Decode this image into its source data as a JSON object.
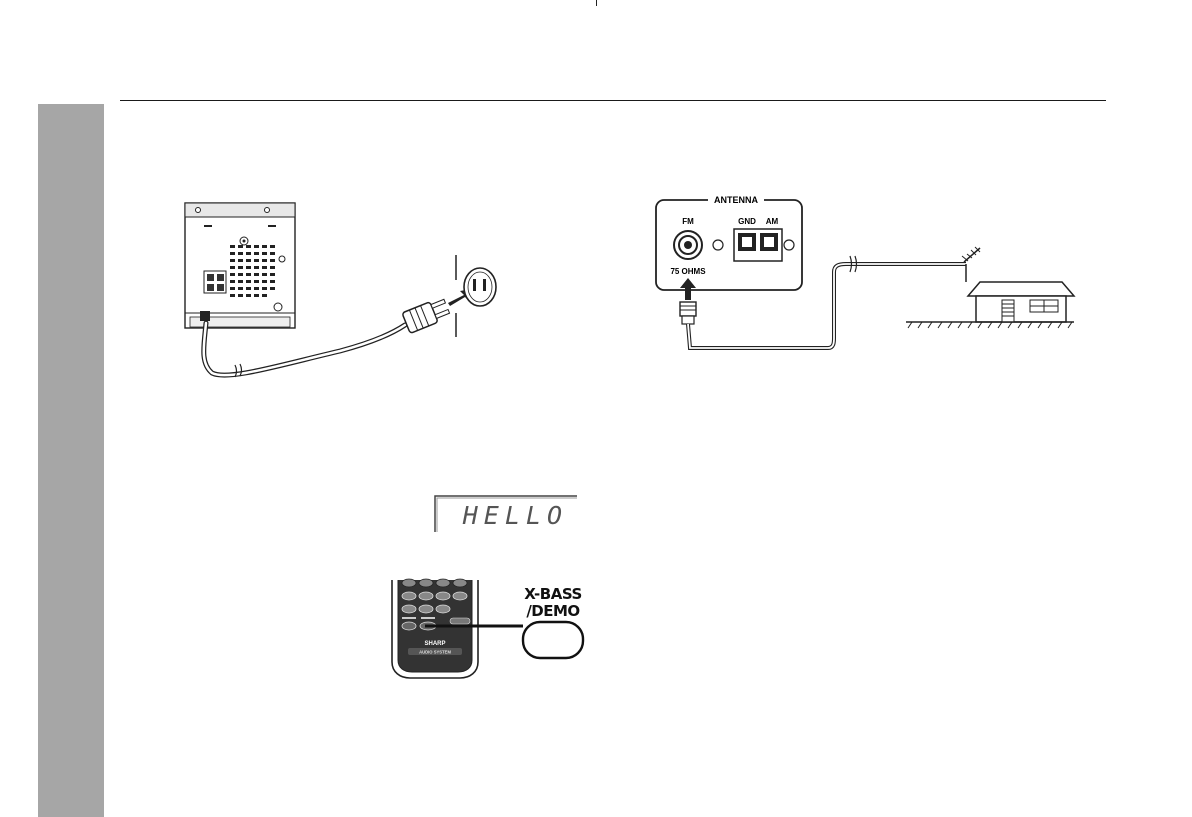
{
  "diagrams": {
    "antenna_panel": {
      "header": "ANTENNA",
      "fm_label": "FM",
      "gnd_label": "GND",
      "am_label": "AM",
      "impedance_label": "75 OHMS"
    },
    "display": {
      "text": "HELLO"
    },
    "remote": {
      "button_label_line1": "X-BASS",
      "button_label_line2": "/DEMO",
      "brand": "SHARP",
      "footer": "AUDIO SYSTEM"
    }
  }
}
